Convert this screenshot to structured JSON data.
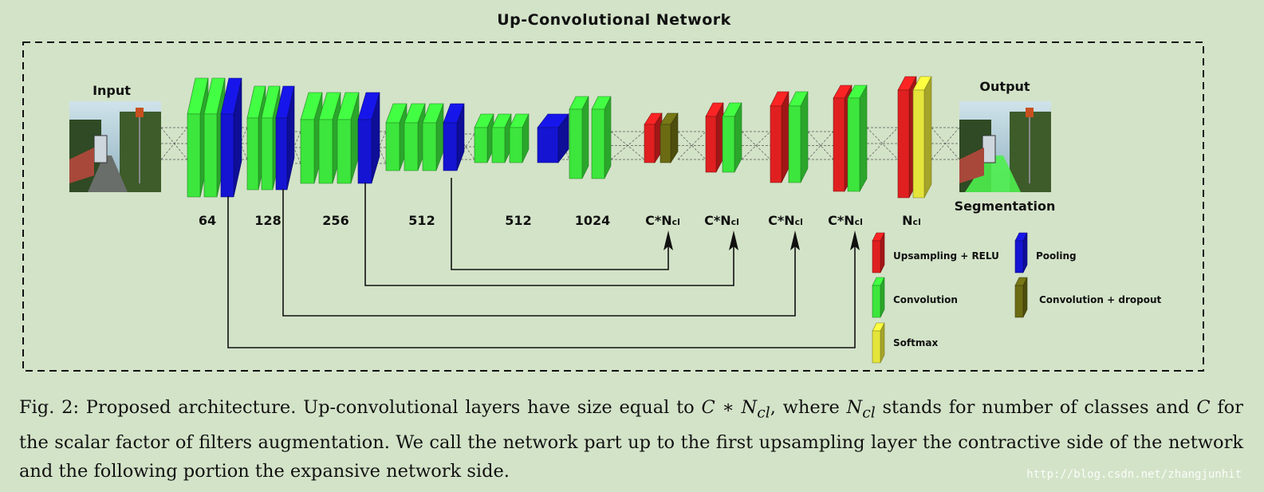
{
  "title": "Up-Convolutional Network",
  "input_label": "Input",
  "output_label": "Output",
  "segmentation_label": "Segmentation",
  "layer_labels": [
    "64",
    "128",
    "256",
    "512",
    "512",
    "1024",
    "C*N",
    "C*N",
    "C*N",
    "C*N",
    "N"
  ],
  "layer_label_subscript": "cl",
  "legend": {
    "upsampling": "Upsampling + RELU",
    "pooling": "Pooling",
    "convolution": "Convolution",
    "conv_dropout": "Convolution + dropout",
    "softmax": "Softmax"
  },
  "colors": {
    "background": "#d3e3c8",
    "convolution": "#3ce63c",
    "pooling": "#1414d2",
    "upsampling": "#e02020",
    "conv_dropout": "#6b6b14",
    "softmax": "#e4e43a"
  },
  "caption": {
    "p1": "Fig. 2: Proposed architecture. Up-convolutional layers have size equal to ",
    "m1": "C ∗ N",
    "m1sub": "cl",
    "p2": ", where ",
    "m2": "N",
    "m2sub": "cl",
    "p3": " stands for number of classes and ",
    "m3": "C",
    "p4": " for the scalar factor of filters augmentation. We call the network part up to the first upsampling layer the contractive side of the network and the following portion the expansive network side."
  },
  "watermark": "http://blog.csdn.net/zhangjunhit"
}
